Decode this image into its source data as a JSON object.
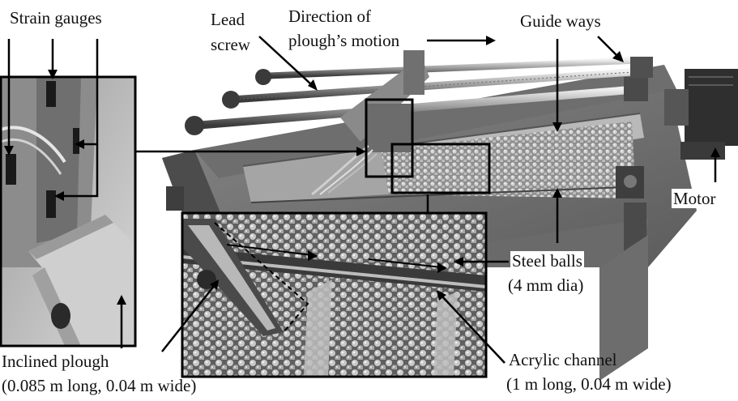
{
  "figure": {
    "labels": {
      "strain_gauges": "Strain gauges",
      "lead_screw_line1": "Lead",
      "lead_screw_line2": "screw",
      "direction_line1": "Direction of",
      "direction_line2": "plough’s motion",
      "guide_ways": "Guide ways",
      "motor": "Motor",
      "steel_balls_line1": "Steel balls",
      "steel_balls_line2": "(4 mm dia)",
      "inclined_plough_line1": "Inclined plough",
      "inclined_plough_line2": "(0.085 m long, 0.04 m wide)",
      "acrylic_channel_line1": "Acrylic channel",
      "acrylic_channel_line2": "(1 m long, 0.04 m wide)"
    },
    "colors": {
      "photo_background": "#ffffff",
      "frame_gray": "#7a7a7a",
      "balls_gray": "#9a9a9a",
      "annotation_black": "#000000"
    }
  }
}
